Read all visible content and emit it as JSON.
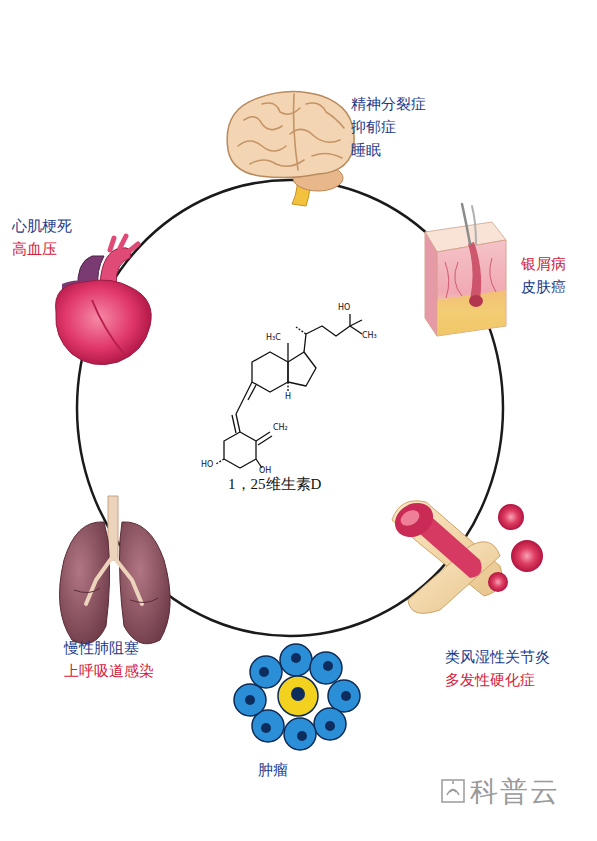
{
  "diagram": {
    "labels": [
      "精神分裂症",
      "抑郁症",
      "睡眠",
      "银屑病",
      "皮肤癌",
      "类风湿性关节炎",
      "多发性硬化症",
      "肿瘤",
      "慢性肺阻塞",
      "上呼吸道感染",
      "心肌梗死",
      "高血压",
      "H₃C",
      "HO",
      "CH₃",
      "H",
      "CH₂",
      "HO",
      "OH",
      "1，25维生素D",
      "科普云"
    ]
  }
}
